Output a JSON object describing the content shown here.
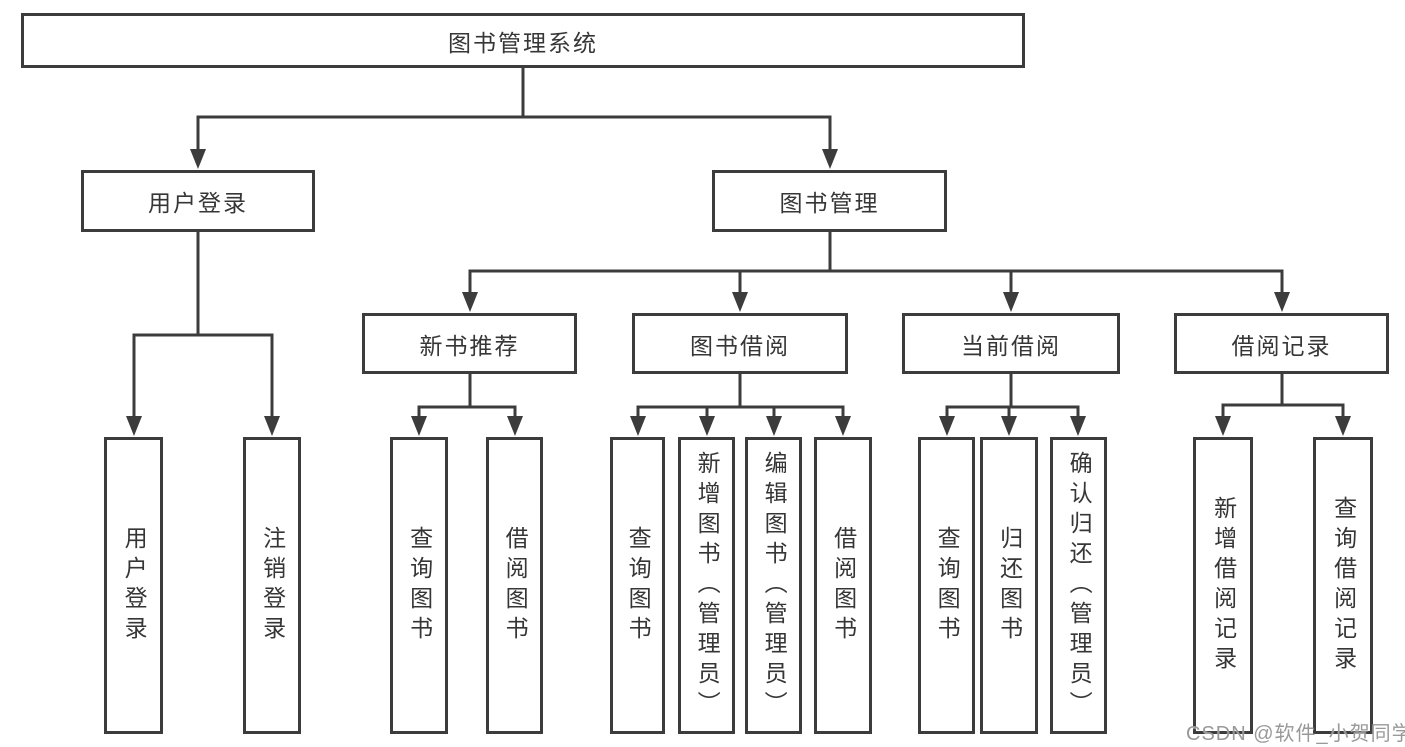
{
  "diagram_title": "图书管理系统",
  "tree": {
    "label": "图书管理系统",
    "children": [
      {
        "label": "用户登录",
        "children": [
          {
            "label": "用户登录"
          },
          {
            "label": "注销登录"
          }
        ]
      },
      {
        "label": "图书管理",
        "children": [
          {
            "label": "新书推荐",
            "children": [
              {
                "label": "查询图书"
              },
              {
                "label": "借阅图书"
              }
            ]
          },
          {
            "label": "图书借阅",
            "children": [
              {
                "label": "查询图书"
              },
              {
                "label": "新增图书（管理员）"
              },
              {
                "label": "编辑图书（管理员）"
              },
              {
                "label": "借阅图书"
              }
            ]
          },
          {
            "label": "当前借阅",
            "children": [
              {
                "label": "查询图书"
              },
              {
                "label": "归还图书"
              },
              {
                "label": "确认归还（管理员）"
              }
            ]
          },
          {
            "label": "借阅记录",
            "children": [
              {
                "label": "新增借阅记录"
              },
              {
                "label": "查询借阅记录"
              }
            ]
          }
        ]
      }
    ]
  },
  "colors": {
    "line": "#3c3c3c",
    "text": "#363636",
    "watermark": "#949494",
    "background": "#ffffff"
  },
  "watermark": "CSDN @软件_小贺同学"
}
